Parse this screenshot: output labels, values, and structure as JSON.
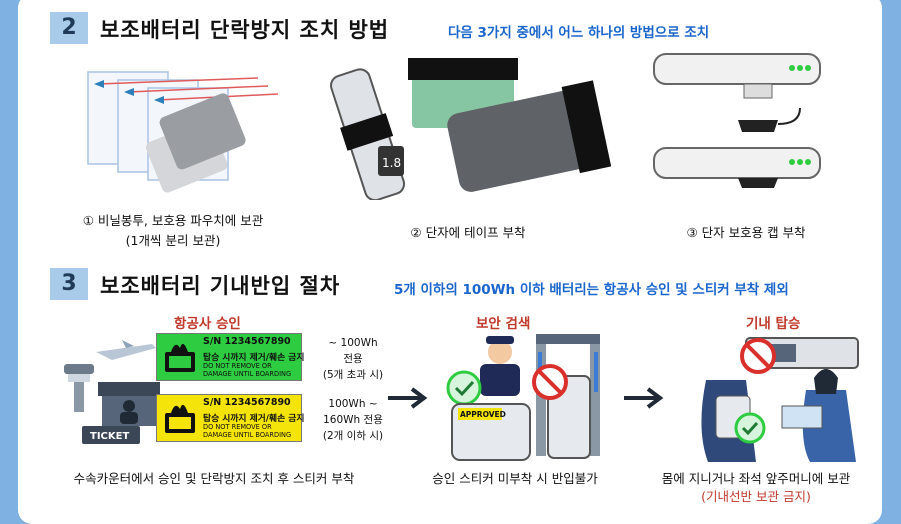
{
  "section2": {
    "number": "2",
    "title": "보조배터리 단락방지 조치 방법",
    "subtitle": "다음 3가지 중에서 어느 하나의 방법으로 조치",
    "captions": {
      "method1_line1": "① 비닐봉투, 보호용 파우치에 보관",
      "method1_line2": "(1개씩 분리 보관)",
      "method2": "② 단자에 테이프 부착",
      "method3": "③ 단자 보호용 캡 부착"
    },
    "battery_label": "1.8"
  },
  "section3": {
    "number": "3",
    "title": "보조배터리 기내반입 절차",
    "subtitle": "5개 이하의 100Wh 이하 배터리는 항공사 승인 및 스티커 부착 제외",
    "steps": {
      "airline_title": "항공사 승인",
      "security_title": "보안 검색",
      "boarding_title": "기내 탑승"
    },
    "stickers": {
      "green": {
        "sn": "S/N  1234567890",
        "korean": "탑승 시까지 제거/훼손 금지",
        "english_line1": "DO NOT REMOVE OR",
        "english_line2": "DAMAGE UNTIL BOARDING",
        "color": "#2ecc40",
        "range_line1": "~ 100Wh",
        "range_line2": "전용",
        "range_line3": "(5개 초과 시)"
      },
      "yellow": {
        "sn": "S/N  1234567890",
        "korean": "탑승 시까지 제거/훼손 금지",
        "english_line1": "DO NOT REMOVE OR",
        "english_line2": "DAMAGE UNTIL BOARDING",
        "color": "#f4e40a",
        "range_line1": "100Wh  ~",
        "range_line2": "160Wh 전용",
        "range_line3": "(2개 이하 시)"
      }
    },
    "ticket_label": "TICKET",
    "approved_label": "APPROVED",
    "captions": {
      "airline": "수속카운터에서 승인 및 단락방지 조치 후 스티커 부착",
      "security": "승인 스티커 미부착 시 반입불가",
      "boarding_line1": "몸에 지니거나 좌석 앞주머니에 보관",
      "boarding_line2": "(기내선반 보관 금지)"
    }
  },
  "colors": {
    "accent_blue": "#1a66cc",
    "badge": "#a9cbea",
    "warning_red": "#c0392b",
    "background": "#7fb2e3"
  }
}
